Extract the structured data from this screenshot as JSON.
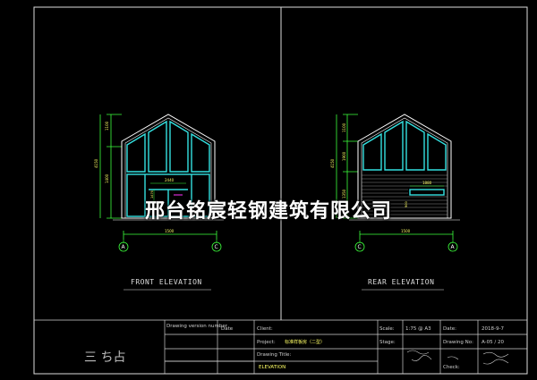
{
  "drawing": {
    "front_caption": "FRONT ELEVATION",
    "rear_caption": "REAR ELEVATION",
    "watermark": "邢台铭宸轻钢建筑有限公司",
    "front_dims": {
      "total_h": "4150",
      "lower_h": "1400",
      "roof_h": "1100",
      "width": "1500",
      "window_w": "2440",
      "door_h": "1476"
    },
    "rear_dims": {
      "total_h": "4150",
      "upper_h": "1100",
      "mid_h": "1900",
      "lower_h": "1350",
      "width": "1500",
      "window_w": "1880",
      "window_h": "900"
    },
    "grid_labels": {
      "front_left": "A",
      "front_right": "C",
      "rear_left": "C",
      "rear_right": "A"
    }
  },
  "title_block": {
    "drawing_version_label": "Drawing version number",
    "date_label": "Date",
    "client_label": "Client:",
    "project_label": "Project:",
    "project_value": "标准样板房（二型）",
    "drawing_title_label": "Drawing Title:",
    "drawing_title_value": "ELEVATION",
    "scale_label": "Scale:",
    "scale_value": "1:75 @ A3",
    "stage_label": "Stage:",
    "date2_label": "Date:",
    "date2_value": "2018-9-7",
    "drawing_no_label": "Drawing No:",
    "drawing_no_value": "A-05 / 20",
    "check_label": "Check:",
    "logo_text": "三  ち占"
  },
  "colors": {
    "line": "#ffffff",
    "frame": "#33e0e0",
    "dim": "#3cff3c",
    "yellow": "#ffff66",
    "magenta": "#ff33ff"
  }
}
